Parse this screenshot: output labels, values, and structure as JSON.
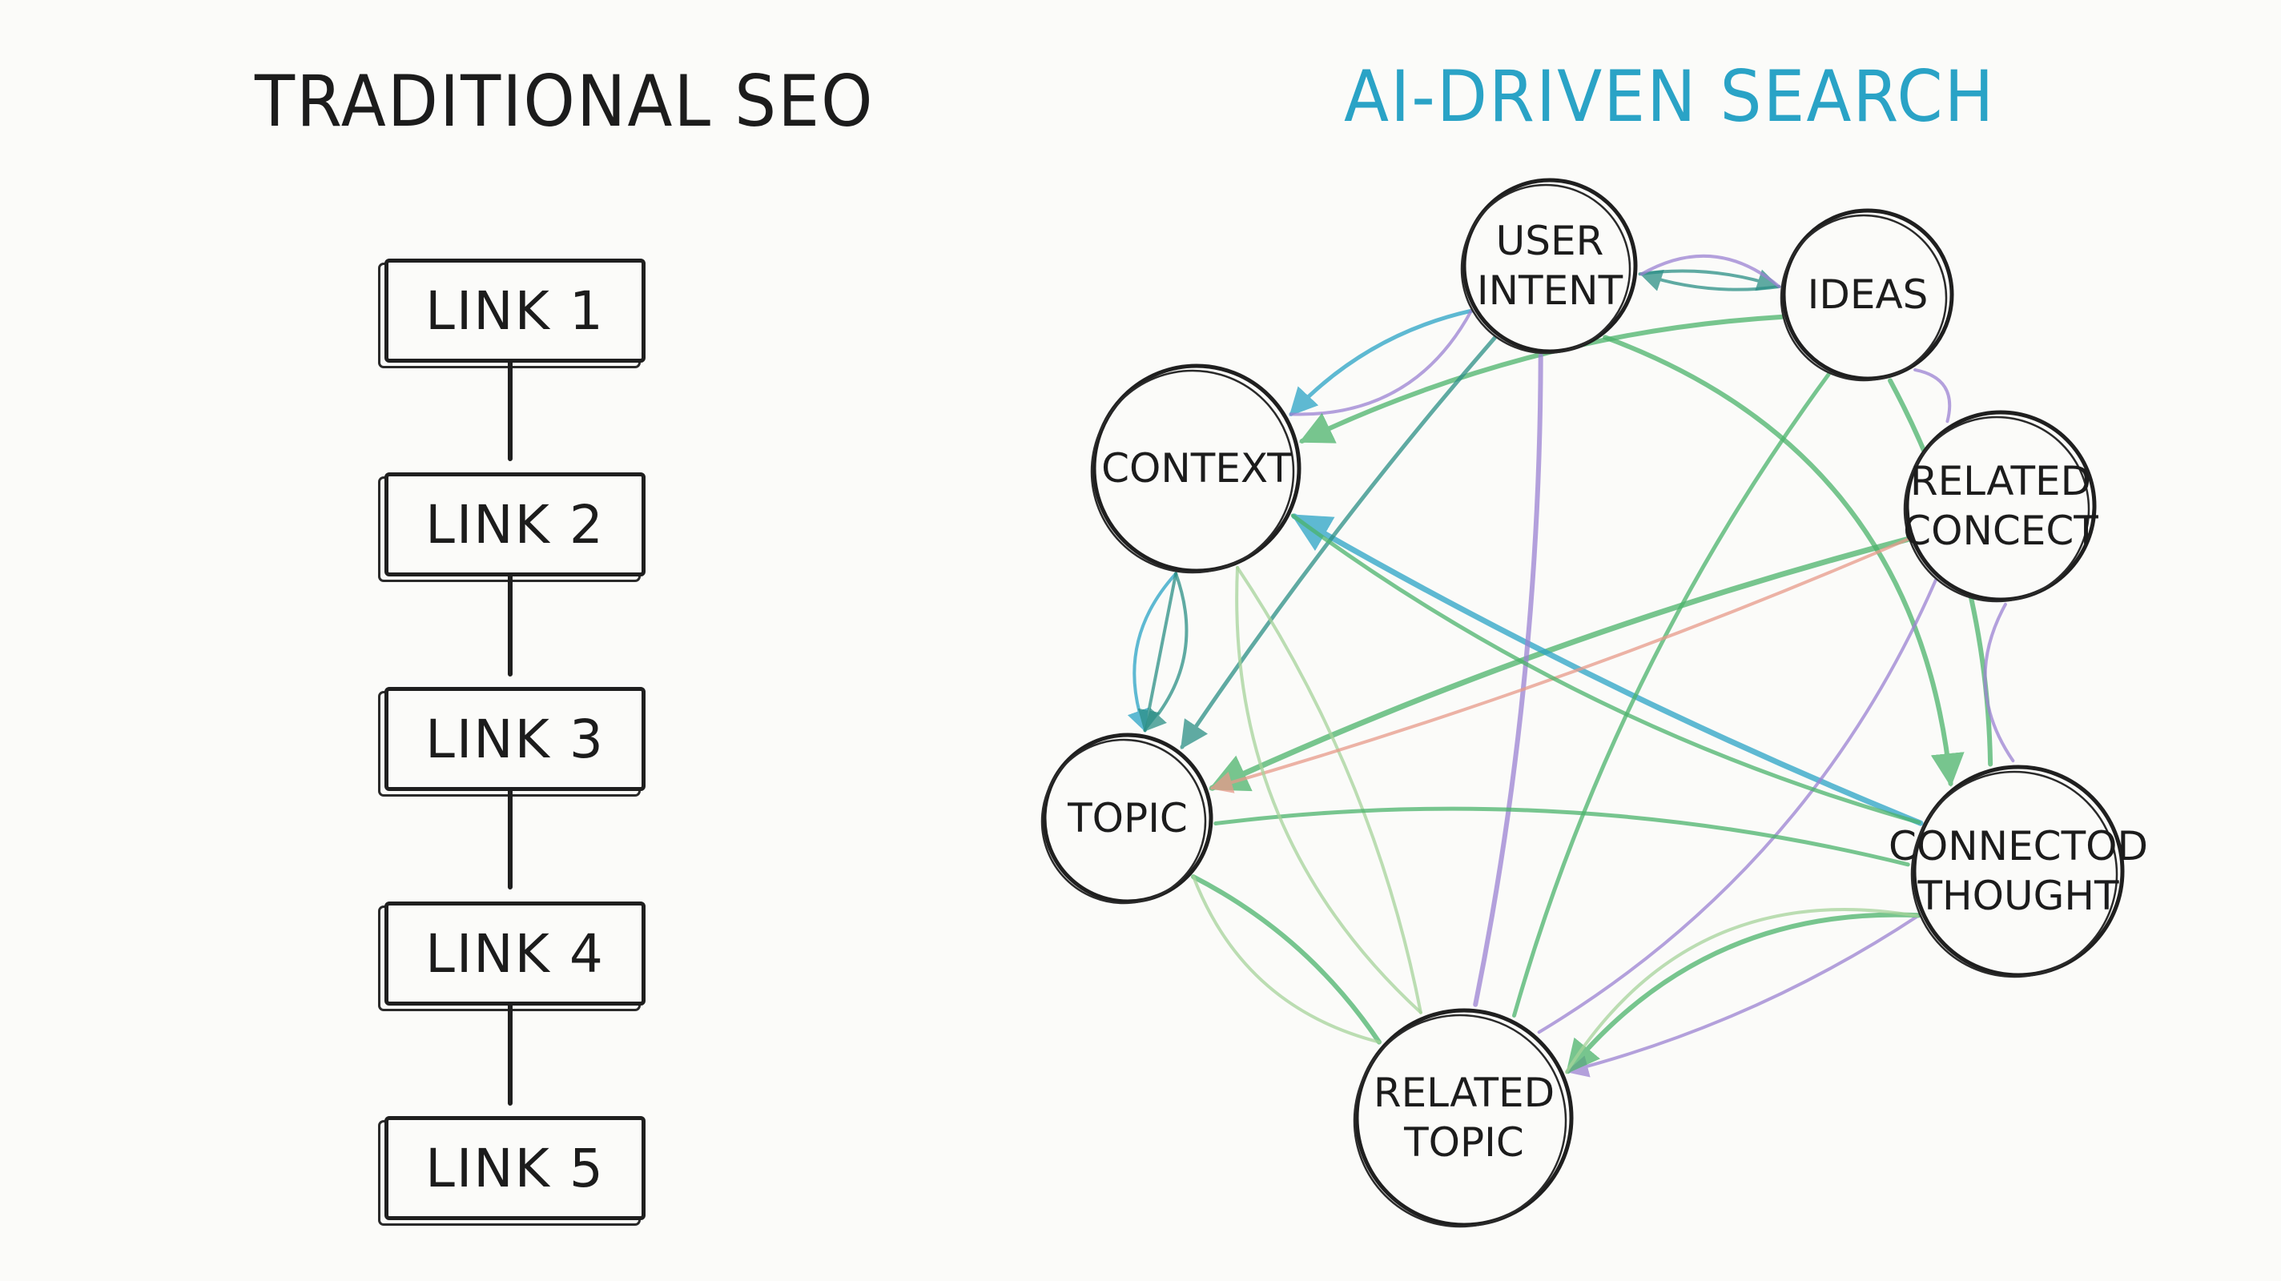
{
  "left": {
    "title": "TRADITIONAL SEO",
    "links": [
      "LINK 1",
      "LINK 2",
      "LINK 3",
      "LINK 4",
      "LINK 5"
    ]
  },
  "right": {
    "title": "AI-DRIVEN SEARCH",
    "title_color": "#2aa3c6",
    "nodes": [
      {
        "id": "user-intent",
        "lines": [
          "USER",
          "INTENT"
        ]
      },
      {
        "id": "ideas",
        "lines": [
          "IDEAS"
        ]
      },
      {
        "id": "context",
        "lines": [
          "CONTEXT"
        ]
      },
      {
        "id": "related-concect",
        "lines": [
          "RELATED",
          "CONCECT"
        ]
      },
      {
        "id": "topic",
        "lines": [
          "TOPIC"
        ]
      },
      {
        "id": "connectod-thought",
        "lines": [
          "CONNECTOD",
          "THOUGHT"
        ]
      },
      {
        "id": "related-topic",
        "lines": [
          "RELATED",
          "TOPIC"
        ]
      }
    ],
    "edge_colors": [
      "#4bb36b",
      "#2aa3c6",
      "#9b82d1",
      "#e89a8a",
      "#2b8f86",
      "#a6d39a"
    ]
  }
}
